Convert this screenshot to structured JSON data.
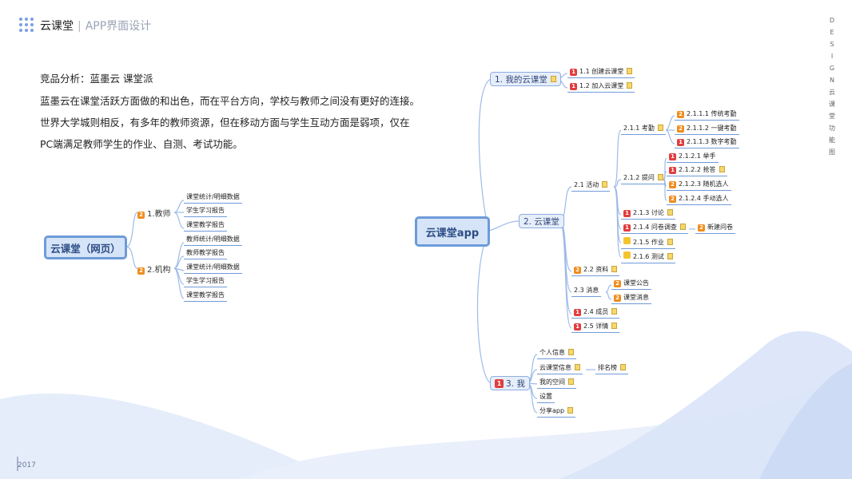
{
  "header": {
    "brand": "云课堂",
    "separator": "|",
    "subtitle": "APP界面设计"
  },
  "side_vertical": [
    "D",
    "E",
    "S",
    "I",
    "G",
    "N",
    "云",
    "课",
    "堂",
    "功",
    "能",
    "图"
  ],
  "footer": {
    "year": "2017"
  },
  "intro": {
    "line1": "竞品分析：蓝墨云   课堂派",
    "line2": "蓝墨云在课堂活跃方面做的和出色，而在平台方向，学校与教师之间没有更好的连接。",
    "line3": "世界大学城则相反，有多年的教师资源，但在移动方面与学生互动方面是弱项，仅在",
    "line4": "PC端满足教师学生的作业、自测、考试功能。"
  },
  "web_map": {
    "root": "云课堂（网页）",
    "teacher": {
      "priority": "2",
      "label": "1.教师",
      "items": [
        "课堂统计/明细数据",
        "学生学习报告",
        "课堂教学报告"
      ]
    },
    "org": {
      "priority": "2",
      "label": "2.机构",
      "items": [
        "教师统计/明细数据",
        "教师教学报告",
        "课堂统计/明细数据",
        "学生学习报告",
        "课堂教学报告"
      ]
    }
  },
  "app_map": {
    "root": "云课堂app",
    "my": {
      "label": "1. 我的云课堂",
      "items": [
        {
          "p": "1",
          "label": "1.1 创建云课堂"
        },
        {
          "p": "1",
          "label": "1.2 加入云课堂"
        }
      ]
    },
    "cloud": {
      "label": "2. 云课堂",
      "activity": "2.1 活动",
      "checkin": "2.1.1 考勤",
      "checkin_items": [
        {
          "p": "2",
          "label": "2.1.1.1 传统考勤"
        },
        {
          "p": "2",
          "label": "2.1.1.2 一键考勤"
        },
        {
          "p": "1",
          "label": "2.1.1.3 数字考勤"
        }
      ],
      "question": "2.1.2 提问",
      "question_items": [
        {
          "p": "1",
          "label": "2.1.2.1 举手"
        },
        {
          "p": "1",
          "label": "2.1.2.2 抢答"
        },
        {
          "p": "2",
          "label": "2.1.2.3 随机选人"
        },
        {
          "p": "2",
          "label": "2.1.2.4 手动选人"
        }
      ],
      "discuss": {
        "p": "1",
        "label": "2.1.3 讨论"
      },
      "survey": {
        "p": "1",
        "label": "2.1.4 问卷调查"
      },
      "new_survey": {
        "p": "2",
        "label": "新建问卷"
      },
      "homework": {
        "label": "2.1.5 作业"
      },
      "test": {
        "label": "2.1.6 测试"
      },
      "resource": {
        "p": "2",
        "label": "2.2 资料"
      },
      "message": "2.3 消息",
      "message_items": [
        {
          "p": "2",
          "label": "课堂公告"
        },
        {
          "p": "2",
          "label": "课堂消息"
        }
      ],
      "member": {
        "p": "1",
        "label": "2.4 成员"
      },
      "detail": {
        "p": "1",
        "label": "2.5 详情"
      }
    },
    "me": {
      "p": "1",
      "label": "3. 我",
      "items": [
        "个人信息",
        "云课堂信息",
        "我的空间",
        "设置",
        "分享app"
      ],
      "rank": "排名榜"
    }
  },
  "colors": {
    "accent": "#6d9bd8",
    "priority1": "#e23d3d",
    "priority2": "#ef8c1c",
    "line": "#8fb1e3"
  }
}
